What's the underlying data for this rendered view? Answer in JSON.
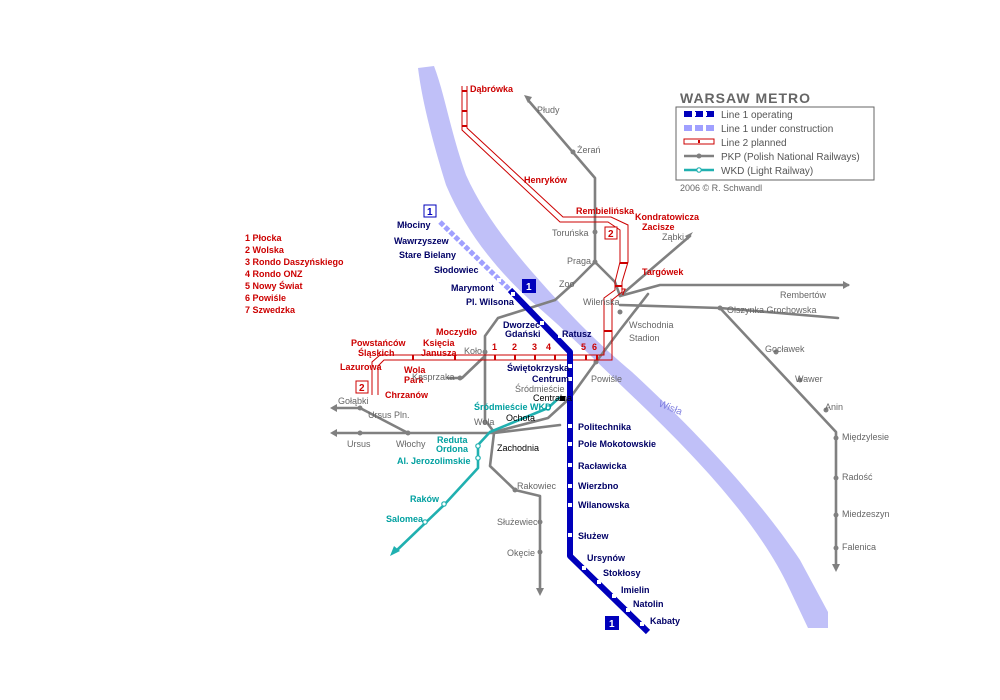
{
  "title": "WARSAW METRO",
  "legend": {
    "line1_operating": "Line 1 operating",
    "line1_construction": "Line 1 under construction",
    "line2_planned": "Line 2 planned",
    "pkp": "PKP (Polish National Railways)",
    "wkd": "WKD (Light Railway)"
  },
  "credit": "2006 © R. Schwandl",
  "river": "Wisła",
  "line_numbers": {
    "line1": "1",
    "line2": "2"
  },
  "colors": {
    "line1": "#0000bb",
    "line1_construction": "#a0a0ff",
    "line2": "#cc0000",
    "pkp": "#808080",
    "wkd": "#20b0b0",
    "river": "#c0c0f8"
  },
  "line1_stations": {
    "mlociny": "Młociny",
    "wawrzyszew": "Wawrzyszew",
    "stare_bielany": "Stare Bielany",
    "slodowiec": "Słodowiec",
    "marymont": "Marymont",
    "pl_wilsona": "Pl. Wilsona",
    "dworzec_gdanski_1": "Dworzec",
    "dworzec_gdanski_2": "Gdański",
    "ratusz": "Ratusz",
    "swietokrzyska": "Świętokrzyska",
    "centrum": "Centrum",
    "politechnika": "Politechnika",
    "pole_mokotowskie": "Pole Mokotowskie",
    "raclawicka": "Racławicka",
    "wierzbno": "Wierzbno",
    "wilanowska": "Wilanowska",
    "sluzew": "Służew",
    "ursynow": "Ursynów",
    "stoklosy": "Stokłosy",
    "imielin": "Imielin",
    "natolin": "Natolin",
    "kabaty": "Kabaty"
  },
  "line2_stations": {
    "dabrowka": "Dąbrówka",
    "henrykow": "Henryków",
    "rembielinska": "Rembielińska",
    "kondratowicza": "Kondratowicza",
    "zacisze": "Zacisze",
    "targowek": "Targówek",
    "moczydlo": "Moczydło",
    "powstancow_1": "Powstańców",
    "powstancow_2": "Śląskich",
    "ksiecia_1": "Księcia",
    "ksiecia_2": "Janusza",
    "lazurowa": "Lazurowa",
    "wola_park_1": "Wola",
    "wola_park_2": "Park",
    "chrzanow": "Chrzanów"
  },
  "numbered_stations": {
    "n1": "1",
    "n2": "2",
    "n3": "3",
    "n4": "4",
    "n5": "5",
    "n6": "6",
    "n7": "7",
    "list": [
      "1 Płocka",
      "2 Wolska",
      "3 Rondo Daszyńskiego",
      "4 Rondo ONZ",
      "5 Nowy Świat",
      "6 Powiśle",
      "7 Szwedzka"
    ]
  },
  "pkp_stations": {
    "pludy": "Płudy",
    "zeran": "Żerań",
    "torunska": "Toruńska",
    "praga": "Praga",
    "zoo": "Zoo",
    "zabki": "Ząbki",
    "wilenska": "Wileńska",
    "rembertow": "Rembertów",
    "olszynka": "Olszynka Grochowska",
    "wschodnia": "Wschodnia",
    "stadion": "Stadion",
    "goclawek": "Gocławek",
    "wawer": "Wawer",
    "anin": "Anin",
    "miedzylesie": "Międzylesie",
    "radosc": "Radość",
    "miedzeszyn": "Miedzeszyn",
    "falenica": "Falenica",
    "kolo": "Koło",
    "kasprzaka": "Kasprzaka",
    "powisle": "Powiśle",
    "srodmiescie": "Śródmieście",
    "centralna": "Centralna",
    "golabki": "Gołąbki",
    "ursus_pln": "Ursus Pln.",
    "ursus": "Ursus",
    "wlochy": "Włochy",
    "wola": "Wola",
    "ochota": "Ochota",
    "zachodnia": "Zachodnia",
    "rakowiec": "Rakowiec",
    "sluzewiec": "Służewiec",
    "okecie": "Okęcie"
  },
  "wkd_stations": {
    "srodmiescie_wkd": "Śródmieście WKD",
    "reduta_1": "Reduta",
    "reduta_2": "Ordona",
    "al_jerozolimskie": "Al. Jerozolimskie",
    "rakow": "Raków",
    "salomea": "Salomea"
  }
}
